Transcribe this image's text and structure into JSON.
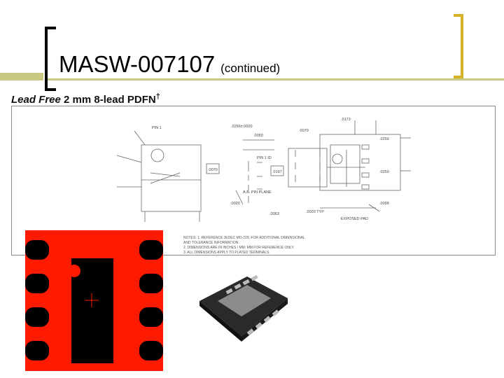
{
  "slide": {
    "title": "MASW-007107",
    "title_suffix": "(continued)",
    "subtitle_italic": "Lead Free",
    "subtitle_rest": " 2 mm 8-lead PDFN",
    "subtitle_mark": "†"
  },
  "drawing": {
    "dims": [
      ".0256±.0020",
      ".0050",
      ".0079",
      ".0173",
      ".0070",
      ".0256",
      "PIN 1 ID",
      "A.B. PIN PLANE",
      ".0020",
      ".0063",
      ".0020 TYP",
      ".0250",
      ".0098",
      ".0197",
      "EXPOSED PAD",
      "PIN 1"
    ],
    "notes": [
      "NOTES:  1. REFERENCE JEDEC MO-229, FOR ADDITIONAL DIMENSIONAL",
      "        AND TOLERANCE INFORMATION.",
      "        2. DIMENSIONS ARE IN INCHES / MM; MM FOR REFERENCE ONLY.",
      "        3. ALL DIMENSIONS APPLY TO PLATED TERMINALS."
    ]
  },
  "colors": {
    "accent_bar": "#c9c880",
    "bracket_right": "#d7b32a",
    "footprint_red": "#ff1a00"
  }
}
